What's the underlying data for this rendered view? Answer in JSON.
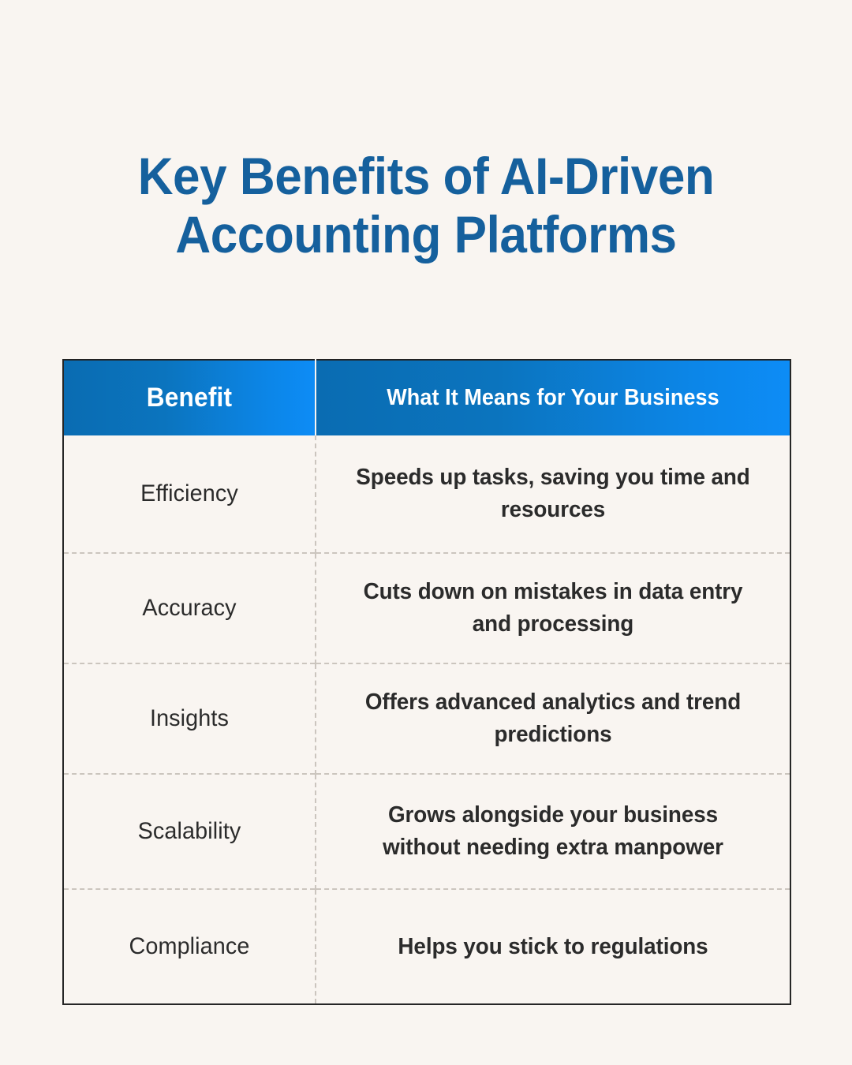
{
  "page": {
    "background_color": "#F9F5F1",
    "title_color": "#15609D",
    "header_gradient_start": "#0A6CB2",
    "header_gradient_end": "#0D8CF6",
    "body_text_color": "#2B2B2B",
    "divider_color": "#CBC5BE",
    "border_color": "#262626"
  },
  "title": "Key Benefits of AI-Driven\nAccounting Platforms",
  "table": {
    "columns": [
      {
        "key": "benefit",
        "label": "Benefit"
      },
      {
        "key": "meaning",
        "label": "What It Means for Your Business"
      }
    ],
    "rows": [
      {
        "benefit": "Efficiency",
        "meaning": "Speeds up tasks, saving you time and resources"
      },
      {
        "benefit": "Accuracy",
        "meaning": "Cuts down on mistakes in data entry and processing"
      },
      {
        "benefit": "Insights",
        "meaning": "Offers advanced analytics and trend predictions"
      },
      {
        "benefit": "Scalability",
        "meaning": "Grows alongside your business without needing extra manpower"
      },
      {
        "benefit": "Compliance",
        "meaning": "Helps you stick to regulations"
      }
    ]
  }
}
